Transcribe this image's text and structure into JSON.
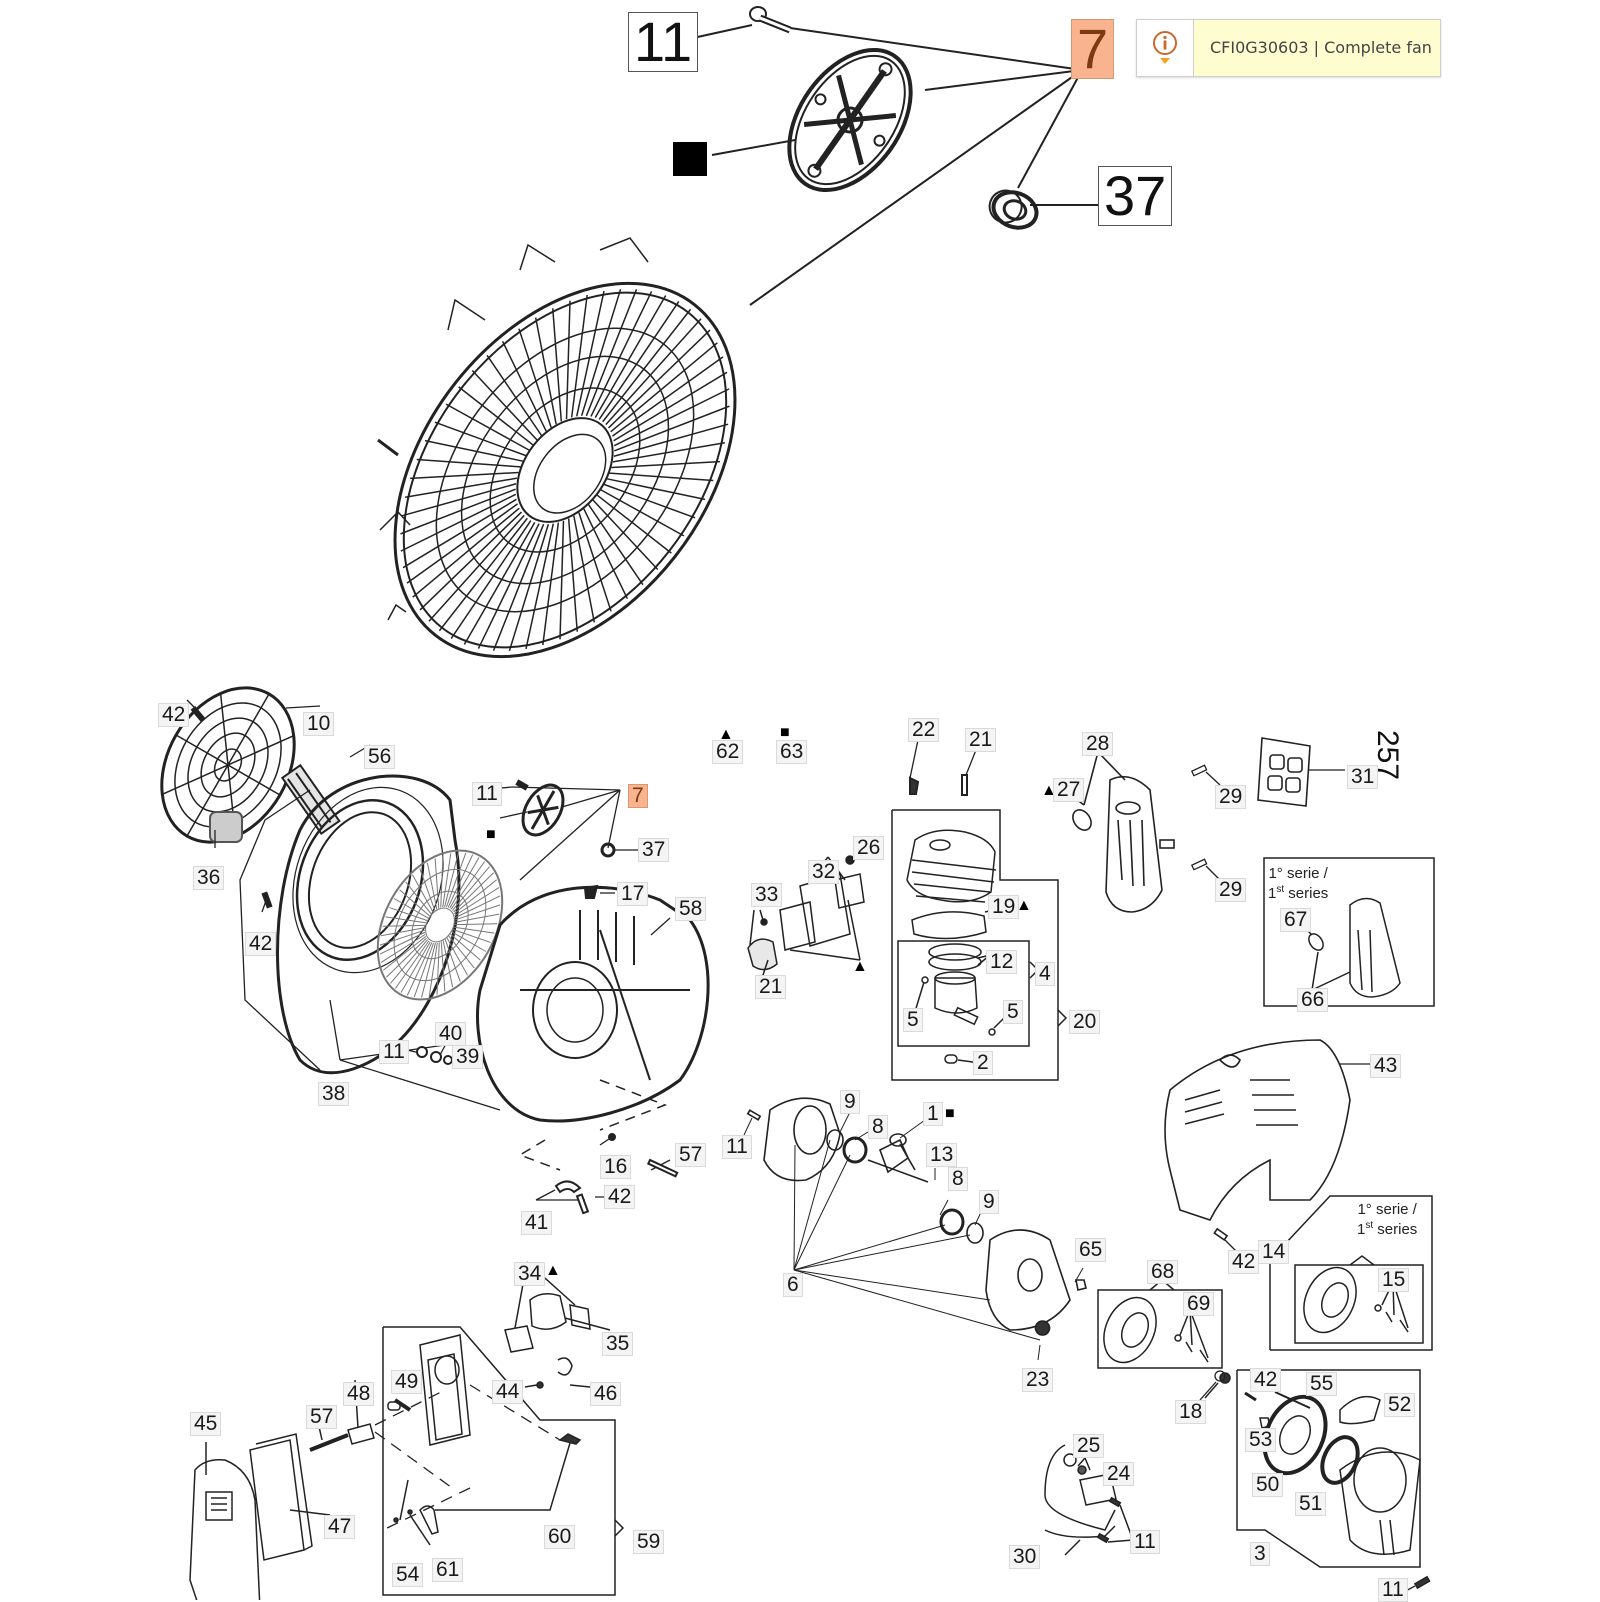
{
  "diagram": {
    "page_number": "257",
    "tooltip": {
      "icon": "info-icon",
      "text": "CFI0G30603 | Complete fan",
      "accent_color": "#c8692a",
      "background": "#fefdd0"
    },
    "highlight_color": "#f9b48f",
    "zoom_detail": {
      "callout_main": "7",
      "callout_screw": "11",
      "callout_bearing": "37",
      "marker": "square"
    },
    "series_note": {
      "line1": "1° serie /",
      "line2_prefix": "1",
      "line2_sup": "st",
      "line2_suffix": " series"
    },
    "symbols": {
      "triangle": "▲",
      "square": "■"
    },
    "callouts": [
      {
        "id": "c42a",
        "text": "42"
      },
      {
        "id": "c10",
        "text": "10"
      },
      {
        "id": "c56",
        "text": "56"
      },
      {
        "id": "c36",
        "text": "36"
      },
      {
        "id": "c11a",
        "text": "11"
      },
      {
        "id": "c7",
        "text": "7",
        "highlight": true
      },
      {
        "id": "c37",
        "text": "37"
      },
      {
        "id": "c42b",
        "text": "42"
      },
      {
        "id": "c17",
        "text": "17"
      },
      {
        "id": "c58",
        "text": "58"
      },
      {
        "id": "c11b",
        "text": "11"
      },
      {
        "id": "c40",
        "text": "40"
      },
      {
        "id": "c39",
        "text": "39"
      },
      {
        "id": "c38",
        "text": "38"
      },
      {
        "id": "c16",
        "text": "16"
      },
      {
        "id": "c57a",
        "text": "57"
      },
      {
        "id": "c42c",
        "text": "42"
      },
      {
        "id": "c41",
        "text": "41"
      },
      {
        "id": "c62",
        "text": "62"
      },
      {
        "id": "c63",
        "text": "63"
      },
      {
        "id": "c22",
        "text": "22"
      },
      {
        "id": "c21a",
        "text": "21"
      },
      {
        "id": "c32",
        "text": "32"
      },
      {
        "id": "c26",
        "text": "26"
      },
      {
        "id": "c33",
        "text": "33"
      },
      {
        "id": "c21b",
        "text": "21"
      },
      {
        "id": "c19",
        "text": "19"
      },
      {
        "id": "c12",
        "text": "12"
      },
      {
        "id": "c4",
        "text": "4"
      },
      {
        "id": "c5a",
        "text": "5"
      },
      {
        "id": "c5b",
        "text": "5"
      },
      {
        "id": "c20",
        "text": "20"
      },
      {
        "id": "c2",
        "text": "2"
      },
      {
        "id": "c27",
        "text": "27"
      },
      {
        "id": "c28",
        "text": "28"
      },
      {
        "id": "c29a",
        "text": "29"
      },
      {
        "id": "c29b",
        "text": "29"
      },
      {
        "id": "c31",
        "text": "31"
      },
      {
        "id": "c67",
        "text": "67"
      },
      {
        "id": "c66",
        "text": "66"
      },
      {
        "id": "c11c",
        "text": "11"
      },
      {
        "id": "c9a",
        "text": "9"
      },
      {
        "id": "c8a",
        "text": "8"
      },
      {
        "id": "c1",
        "text": "1"
      },
      {
        "id": "c13",
        "text": "13"
      },
      {
        "id": "c8b",
        "text": "8"
      },
      {
        "id": "c9b",
        "text": "9"
      },
      {
        "id": "c6",
        "text": "6"
      },
      {
        "id": "c65",
        "text": "65"
      },
      {
        "id": "c23",
        "text": "23"
      },
      {
        "id": "c43",
        "text": "43"
      },
      {
        "id": "c42d",
        "text": "42"
      },
      {
        "id": "c68",
        "text": "68"
      },
      {
        "id": "c69",
        "text": "69"
      },
      {
        "id": "c14",
        "text": "14"
      },
      {
        "id": "c15",
        "text": "15"
      },
      {
        "id": "c18",
        "text": "18"
      },
      {
        "id": "c42e",
        "text": "42"
      },
      {
        "id": "c55",
        "text": "55"
      },
      {
        "id": "c52",
        "text": "52"
      },
      {
        "id": "c53",
        "text": "53"
      },
      {
        "id": "c50",
        "text": "50"
      },
      {
        "id": "c51",
        "text": "51"
      },
      {
        "id": "c3",
        "text": "3"
      },
      {
        "id": "c11d",
        "text": "11"
      },
      {
        "id": "c25",
        "text": "25"
      },
      {
        "id": "c24",
        "text": "24"
      },
      {
        "id": "c30",
        "text": "30"
      },
      {
        "id": "c11e",
        "text": "11"
      },
      {
        "id": "c34",
        "text": "34"
      },
      {
        "id": "c35",
        "text": "35"
      },
      {
        "id": "c44",
        "text": "44"
      },
      {
        "id": "c46",
        "text": "46"
      },
      {
        "id": "c45",
        "text": "45"
      },
      {
        "id": "c48",
        "text": "48"
      },
      {
        "id": "c49",
        "text": "49"
      },
      {
        "id": "c57b",
        "text": "57"
      },
      {
        "id": "c47",
        "text": "47"
      },
      {
        "id": "c60",
        "text": "60"
      },
      {
        "id": "c59",
        "text": "59"
      },
      {
        "id": "c54",
        "text": "54"
      },
      {
        "id": "c61",
        "text": "61"
      }
    ]
  }
}
